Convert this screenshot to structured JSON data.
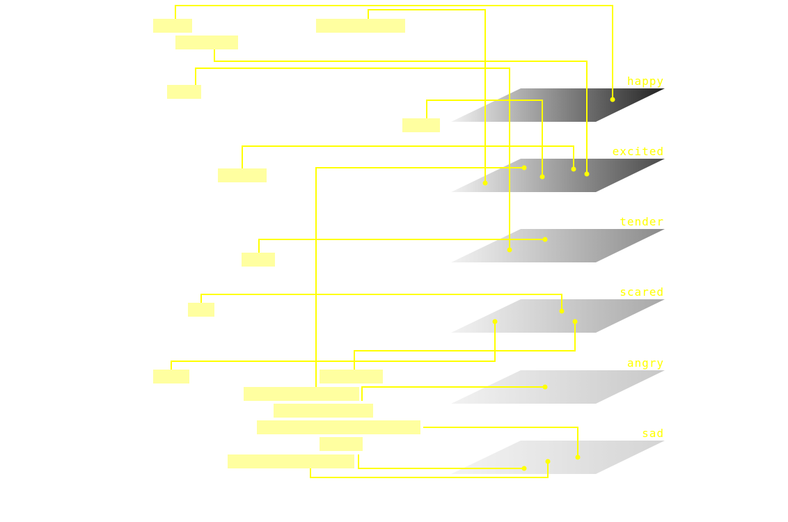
{
  "accent_color": "#ffff00",
  "label_box_color": "#ffffa0",
  "layers": [
    {
      "id": "happy",
      "label": "happy",
      "shade_dark": "#222222",
      "shade_light": "#f2f2f2"
    },
    {
      "id": "excited",
      "label": "excited",
      "shade_dark": "#4a4a4a",
      "shade_light": "#f2f2f2"
    },
    {
      "id": "tender",
      "label": "tender",
      "shade_dark": "#8a8a8a",
      "shade_light": "#f2f2f2"
    },
    {
      "id": "scared",
      "label": "scared",
      "shade_dark": "#a8a8a8",
      "shade_light": "#f2f2f2"
    },
    {
      "id": "angry",
      "label": "angry",
      "shade_dark": "#c8c8c8",
      "shade_light": "#f2f2f2"
    },
    {
      "id": "sad",
      "label": "sad",
      "shade_dark": "#d4d4d4",
      "shade_light": "#f4f4f4"
    }
  ],
  "labels": [
    {
      "id": "label-1"
    },
    {
      "id": "label-2"
    },
    {
      "id": "label-3"
    },
    {
      "id": "label-4"
    },
    {
      "id": "label-5"
    },
    {
      "id": "label-6"
    },
    {
      "id": "label-7"
    },
    {
      "id": "label-8"
    },
    {
      "id": "label-9"
    },
    {
      "id": "label-10"
    },
    {
      "id": "label-11"
    },
    {
      "id": "label-12"
    },
    {
      "id": "label-13"
    },
    {
      "id": "label-14"
    },
    {
      "id": "label-15"
    },
    {
      "id": "label-16"
    }
  ]
}
